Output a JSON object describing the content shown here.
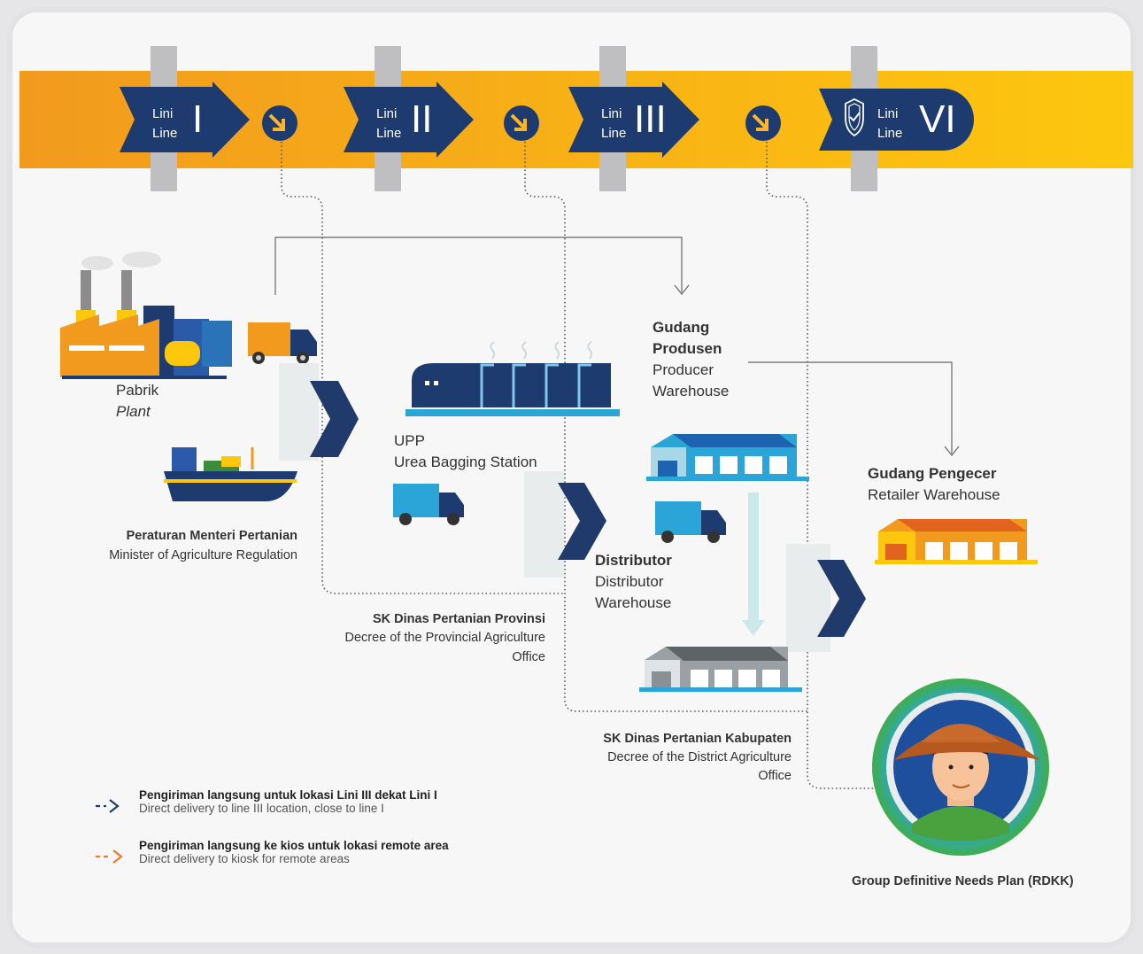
{
  "colors": {
    "band_start": "#f29a1e",
    "band_end": "#fdc70e",
    "navy": "#1d3b6e",
    "blue": "#2a5aa8",
    "gray_post": "#bfbfc1",
    "panel": "#f6f7f6",
    "legend_navy": "#1f3a6b",
    "legend_orange": "#ef7b2a",
    "ring_green": "#3fae4a",
    "ring_blue": "#2ba5d8"
  },
  "lines": [
    {
      "lini": "Lini",
      "line": "Line",
      "numeral": "I"
    },
    {
      "lini": "Lini",
      "line": "Line",
      "numeral": "II"
    },
    {
      "lini": "Lini",
      "line": "Line",
      "numeral": "III"
    },
    {
      "lini": "Lini",
      "line": "Line",
      "numeral": "VI"
    }
  ],
  "nodes": {
    "plant": {
      "title": "Pabrik",
      "subtitle": "Plant"
    },
    "upp": {
      "title": "UPP",
      "subtitle": "Urea Bagging Station"
    },
    "producer": {
      "title_a": "Gudang",
      "title_b": "Produsen",
      "sub_a": "Producer",
      "sub_b": "Warehouse"
    },
    "distributor": {
      "title": "Distributor",
      "sub_a": "Distributor",
      "sub_b": "Warehouse"
    },
    "retailer": {
      "title": "Gudang Pengecer",
      "subtitle": "Retailer Warehouse"
    }
  },
  "regulations": {
    "minister": {
      "title": "Peraturan Menteri Pertanian",
      "subtitle": "Minister of Agriculture Regulation"
    },
    "province": {
      "title": "SK Dinas Pertanian Provinsi",
      "sub_a": "Decree of the Provincial Agriculture",
      "sub_b": "Office"
    },
    "district": {
      "title": "SK Dinas Pertanian Kabupaten",
      "sub_a": "Decree of the District Agriculture",
      "sub_b": "Office"
    },
    "rdkk": {
      "title": "Group Definitive Needs Plan (RDKK)"
    }
  },
  "legend": [
    {
      "arrow": "->",
      "icon": "dashed-navy-arrow-icon",
      "title": "Pengiriman langsung untuk lokasi Lini III dekat Lini I",
      "subtitle": "Direct delivery to line III location, close to line I"
    },
    {
      "arrow": "-->",
      "icon": "dashed-orange-arrow-icon",
      "title": "Pengiriman langsung ke kios untuk lokasi remote area",
      "subtitle": "Direct delivery to kiosk for remote areas"
    }
  ]
}
